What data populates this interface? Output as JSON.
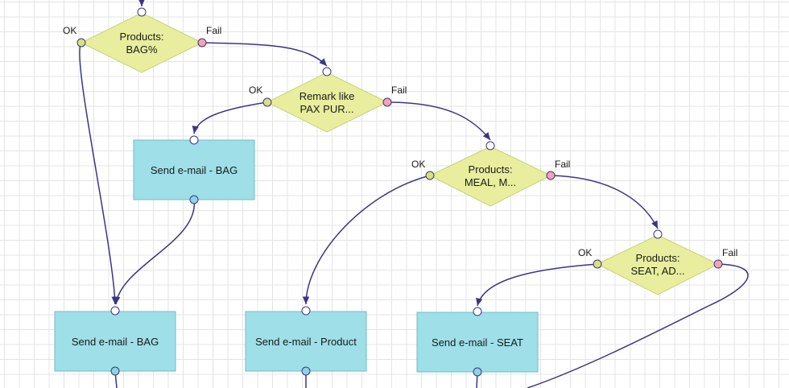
{
  "colors": {
    "decision_fill": "#e8ee9e",
    "action_fill": "#9edfe8",
    "edge": "#3b3585",
    "port_in": "#ffffff",
    "port_ok": "#d9e27a",
    "port_fail": "#f5a3b5",
    "port_out": "#8fd2e2"
  },
  "decisions": [
    {
      "id": "d1",
      "lines": [
        "Products:",
        "BAG%"
      ],
      "ok_label": "OK",
      "fail_label": "Fail"
    },
    {
      "id": "d2",
      "lines": [
        "Remark like",
        "PAX PUR..."
      ],
      "ok_label": "OK",
      "fail_label": "Fail"
    },
    {
      "id": "d3",
      "lines": [
        "Products:",
        "MEAL, M..."
      ],
      "ok_label": "OK",
      "fail_label": "Fail"
    },
    {
      "id": "d4",
      "lines": [
        "Products:",
        "SEAT, AD..."
      ],
      "ok_label": "OK",
      "fail_label": "Fail"
    }
  ],
  "actions": [
    {
      "id": "a1",
      "label": "Send e-mail - BAG"
    },
    {
      "id": "a2",
      "label": "Send e-mail - BAG"
    },
    {
      "id": "a3",
      "label": "Send e-mail - Product"
    },
    {
      "id": "a4",
      "label": "Send e-mail - SEAT"
    }
  ]
}
